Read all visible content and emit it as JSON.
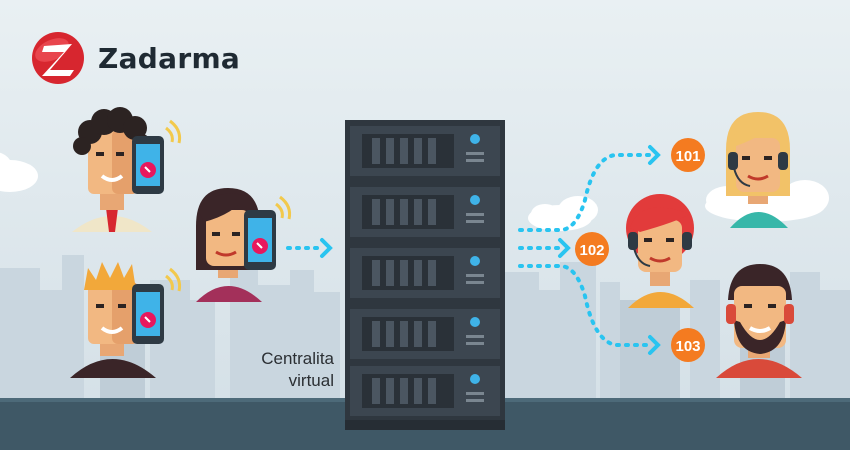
{
  "brand": {
    "name": "Zadarma"
  },
  "server": {
    "label_line1": "Centralita",
    "label_line2": "virtual"
  },
  "extensions": [
    "101",
    "102",
    "103"
  ],
  "colors": {
    "sky": "#d9e4ea",
    "city": "#c8d5de",
    "ground": "#3f5866",
    "server": "#3a434c",
    "accent_orange": "#f47b20",
    "flow_blue": "#29c4f0",
    "call_pink": "#e8175d",
    "brand_red": "#d7262f"
  },
  "icons": [
    "zadarma-logo-icon",
    "server-rack-icon",
    "smartphone-icon",
    "headset-icon",
    "arrow-right-icon",
    "cloud-icon"
  ]
}
